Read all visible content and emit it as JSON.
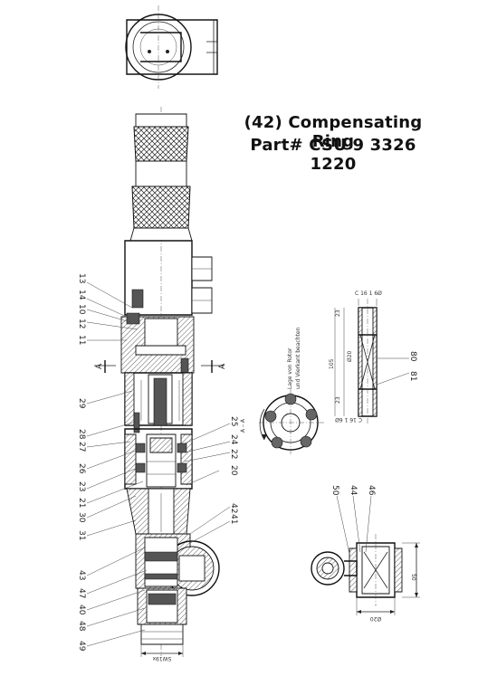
{
  "title": {
    "line1": "(42) Compensating Ring",
    "line2": "Part# CSU 9 3326 1220"
  },
  "callouts_left": [
    "13",
    "14",
    "10",
    "12",
    "11",
    "29",
    "28",
    "27",
    "26",
    "23",
    "21",
    "30",
    "31",
    "43",
    "47",
    "40",
    "48",
    "49"
  ],
  "callouts_right": [
    "25",
    "24",
    "22",
    "20",
    "42",
    "41"
  ],
  "section": {
    "marker": "A",
    "label": "A – A",
    "note_line1": "Lage von Rotor",
    "note_line2": "und Vierkant beachten"
  },
  "detail_rotor": {
    "callouts": [
      "80",
      "81"
    ],
    "dim_top": "C 16 1 6Ø",
    "dim_bottom": "C 16 1 6Ø",
    "dim_left_top": "23",
    "dim_left_bottom": "23",
    "dim_mid": "105",
    "dim_inner": "Ø20"
  },
  "detail_bottom": {
    "callouts": [
      "50",
      "44",
      "46"
    ],
    "dim_right": "50",
    "dim_bottom": "Ø20"
  },
  "main_bottom_dim": "SW19x"
}
